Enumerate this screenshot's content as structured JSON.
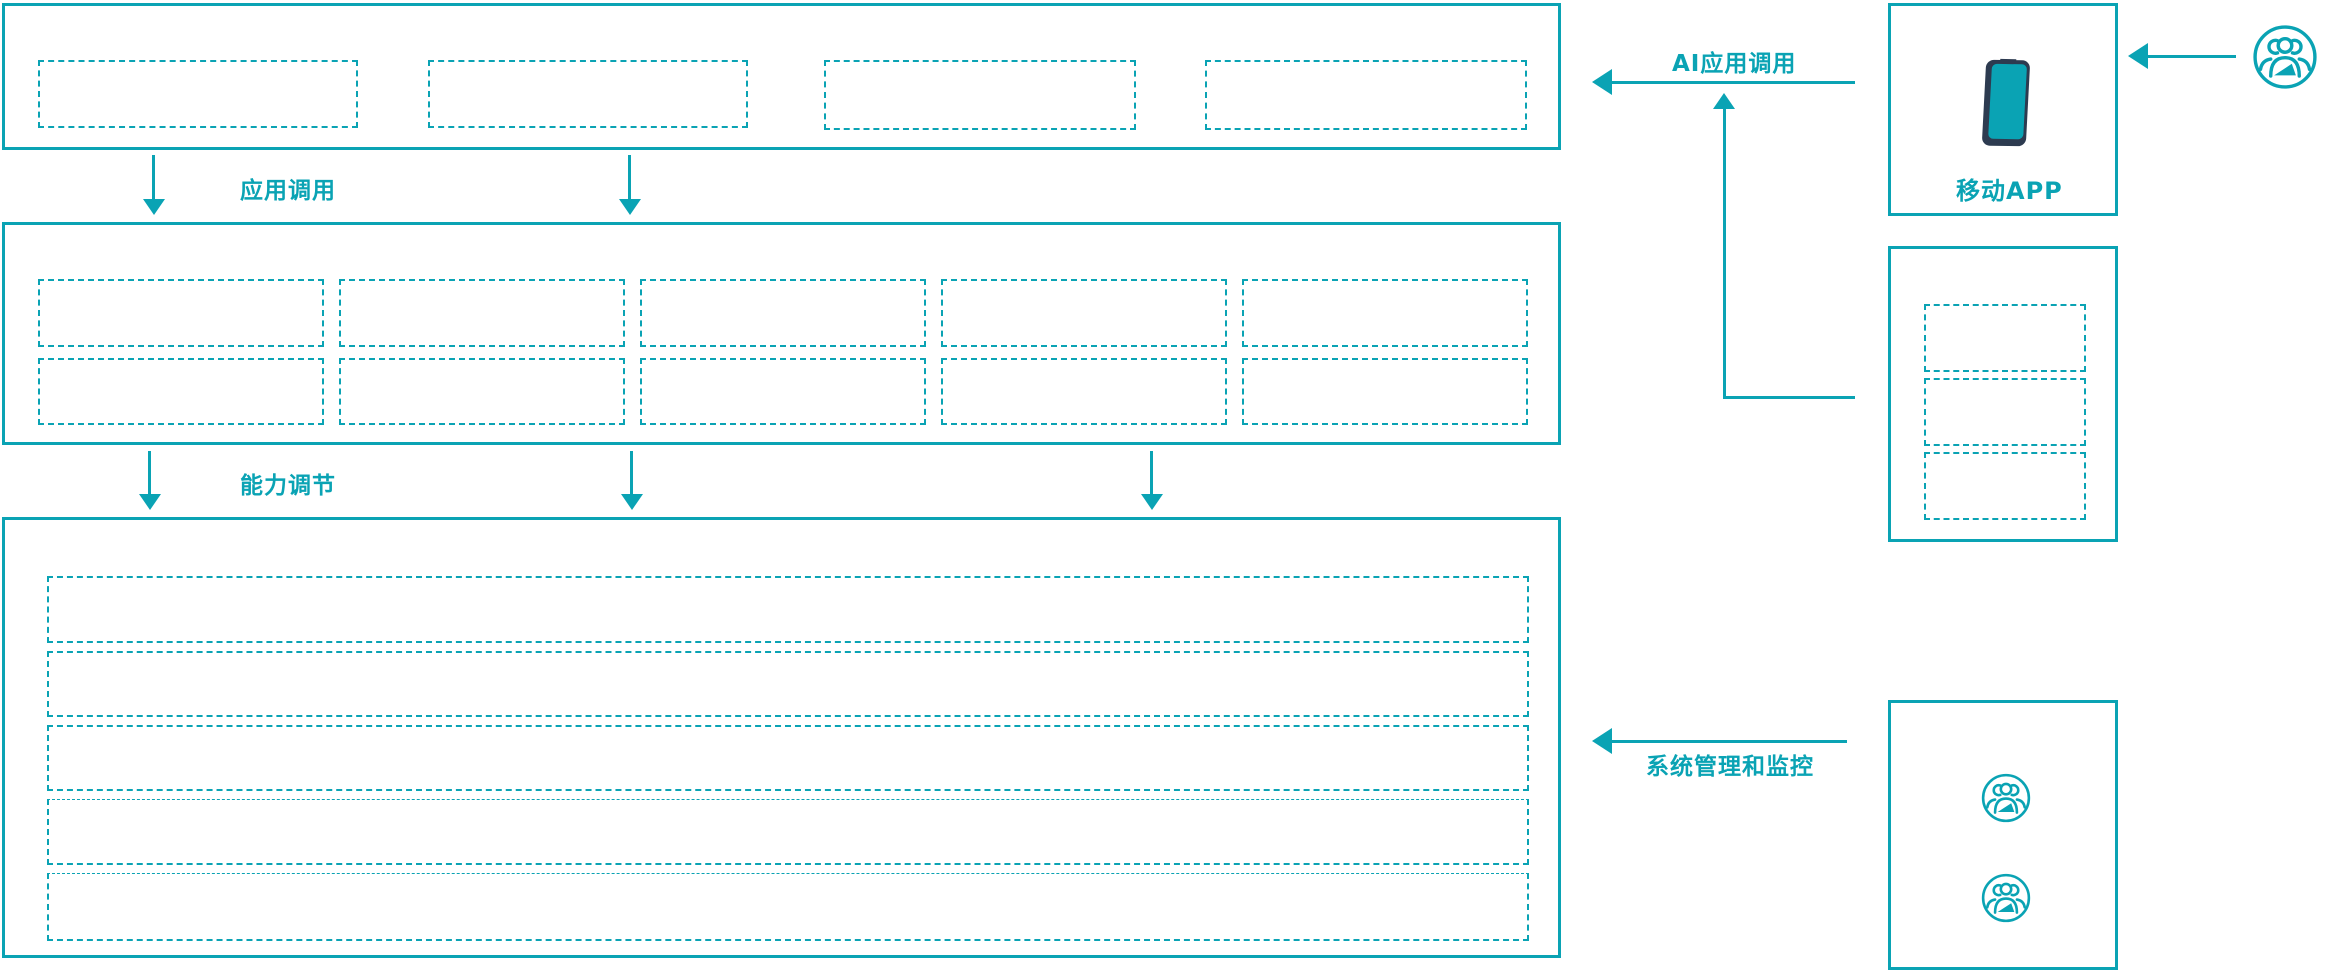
{
  "diagram": {
    "flow_labels": {
      "app_call": "应用调用",
      "capability_tune": "能力调节",
      "ai_app_call": "AI应用调用",
      "system_monitor": "系统管理和监控"
    },
    "mobile_app": {
      "label": "移动APP"
    },
    "icons": {
      "phone": "smartphone-icon",
      "users": "users-group-icon"
    },
    "colors": {
      "accent_teal": "#0aa3b4",
      "phone_dark": "#2d3b50"
    }
  }
}
